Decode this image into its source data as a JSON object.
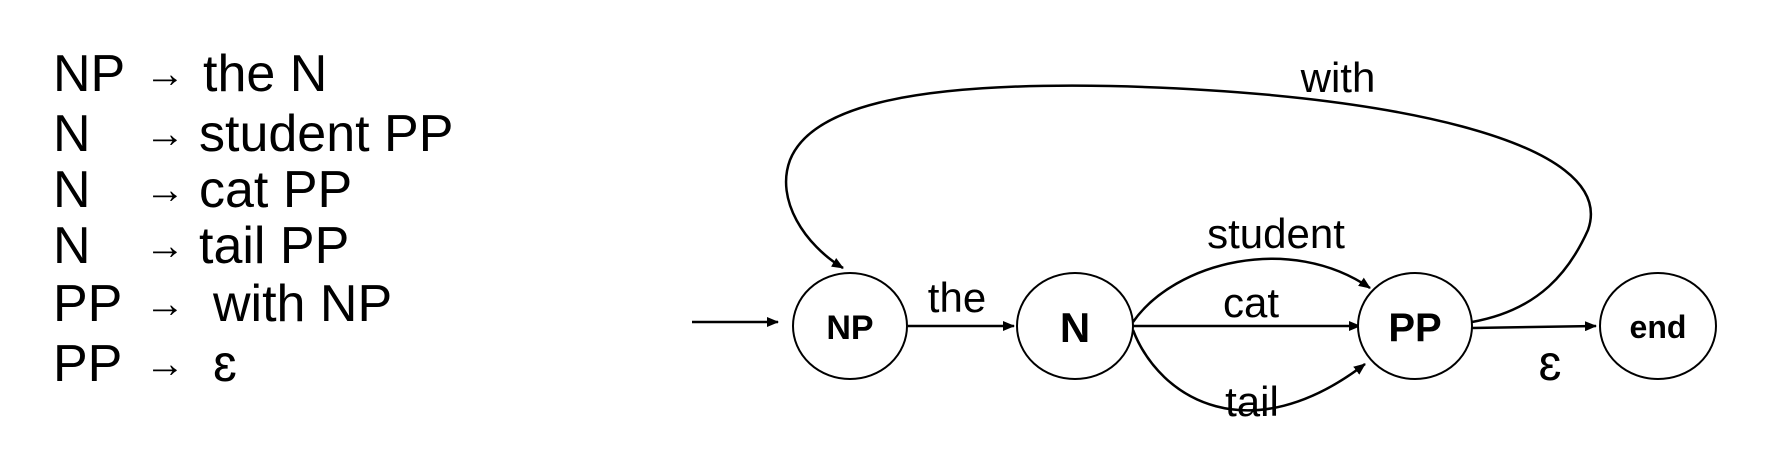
{
  "grammar": {
    "rules": [
      {
        "lhs": "NP",
        "arrow": "→",
        "rhs": "the N"
      },
      {
        "lhs": "N",
        "arrow": "→",
        "rhs": "student PP"
      },
      {
        "lhs": "N",
        "arrow": "→",
        "rhs": "cat PP"
      },
      {
        "lhs": "N",
        "arrow": "→",
        "rhs": "tail PP"
      },
      {
        "lhs": "PP",
        "arrow": "→",
        "rhs": "with NP"
      },
      {
        "lhs": "PP",
        "arrow": "→",
        "rhs": "ɛ"
      }
    ]
  },
  "automaton": {
    "states": {
      "np": "NP",
      "n": "N",
      "pp": "PP",
      "end": "end"
    },
    "transitions": {
      "np_to_n": "the",
      "n_to_pp_student": "student",
      "n_to_pp_cat": "cat",
      "n_to_pp_tail": "tail",
      "pp_to_np": "with",
      "pp_to_end": "ɛ"
    },
    "start_state": "NP",
    "final_state": "end"
  }
}
